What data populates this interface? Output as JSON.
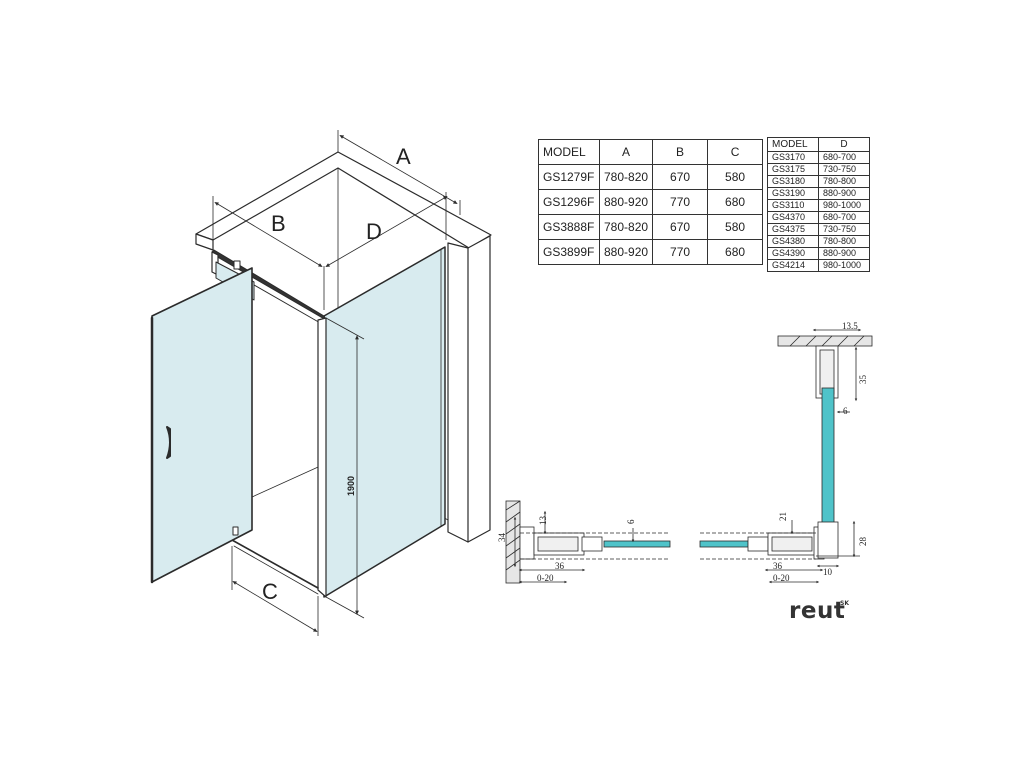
{
  "drawing": {
    "dim_labels": {
      "A": "A",
      "B": "B",
      "C": "C",
      "D": "D"
    },
    "height_label": "1900",
    "colors": {
      "glass": "#d8ebef",
      "line": "#2b2b2b",
      "wall": "#ffffff",
      "glass_section": "#4fc3c9"
    }
  },
  "model_table": {
    "headers": [
      "MODEL",
      "A",
      "B",
      "C"
    ],
    "rows": [
      [
        "GS1279F",
        "780-820",
        "670",
        "580"
      ],
      [
        "GS1296F",
        "880-920",
        "770",
        "680"
      ],
      [
        "GS3888F",
        "780-820",
        "670",
        "580"
      ],
      [
        "GS3899F",
        "880-920",
        "770",
        "680"
      ]
    ]
  },
  "d_table": {
    "headers": [
      "MODEL",
      "D"
    ],
    "rows": [
      [
        "GS3170",
        "680-700"
      ],
      [
        "GS3175",
        "730-750"
      ],
      [
        "GS3180",
        "780-800"
      ],
      [
        "GS3190",
        "880-900"
      ],
      [
        "GS3110",
        "980-1000"
      ],
      [
        "GS4370",
        "680-700"
      ],
      [
        "GS4375",
        "730-750"
      ],
      [
        "GS4380",
        "780-800"
      ],
      [
        "GS4390",
        "880-900"
      ],
      [
        "GS4214",
        "980-1000"
      ]
    ]
  },
  "details": {
    "left": {
      "d34": "34",
      "d13": "13",
      "d6": "6",
      "d36": "36",
      "d020": "0-20"
    },
    "middle": {
      "d21": "21",
      "d36": "36",
      "d020": "0-20"
    },
    "right": {
      "d135": "13.5",
      "d35": "35",
      "d6": "6",
      "d28": "28",
      "d10": "10"
    }
  },
  "brand": {
    "name": "reut",
    "sup": "SK"
  }
}
